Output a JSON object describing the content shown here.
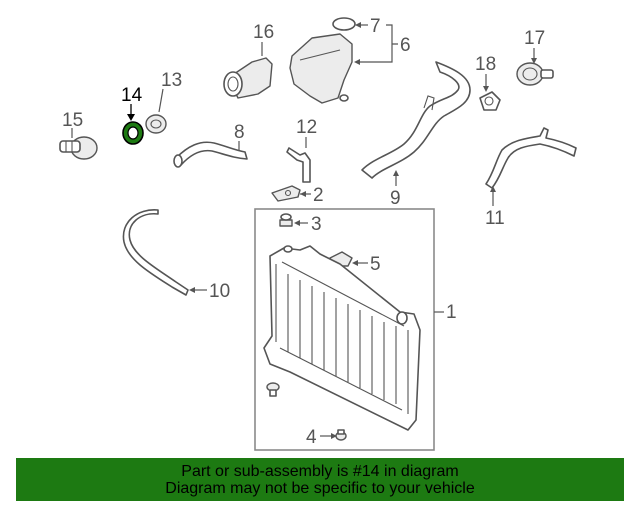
{
  "callouts": {
    "c1": "1",
    "c2": "2",
    "c3": "3",
    "c4": "4",
    "c5": "5",
    "c6": "6",
    "c7": "7",
    "c8": "8",
    "c9": "9",
    "c10": "10",
    "c11": "11",
    "c12": "12",
    "c13": "13",
    "c14": "14",
    "c15": "15",
    "c16": "16",
    "c17": "17",
    "c18": "18"
  },
  "highlight": {
    "part_number": "14",
    "color": "#1d7a12"
  },
  "banner": {
    "line1": "Part or sub-assembly is #14 in diagram",
    "line2": "Diagram may not be specific to your vehicle",
    "background": "#1d7a12"
  }
}
